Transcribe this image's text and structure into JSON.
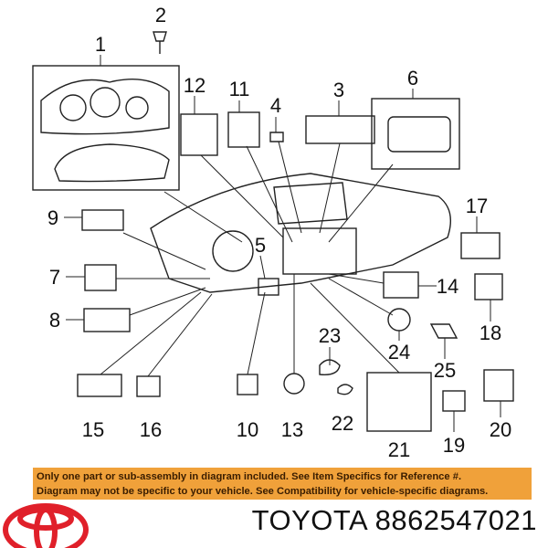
{
  "diagram": {
    "callouts": [
      "1",
      "2",
      "3",
      "4",
      "5",
      "6",
      "7",
      "8",
      "9",
      "10",
      "11",
      "12",
      "13",
      "14",
      "15",
      "16",
      "17",
      "18",
      "19",
      "20",
      "21",
      "22",
      "23",
      "24",
      "25"
    ]
  },
  "banner": {
    "line1": "Only one part or sub-assembly in diagram included. See Item Specifics for Reference #.",
    "line2": "Diagram may not be specific to your vehicle. See Compatibility for vehicle-specific diagrams."
  },
  "brand": {
    "text": "TOYOTA 8862547021",
    "logo": "toyota-logo",
    "logo_color": "#e0202a",
    "banner_color": "#f0a13a"
  }
}
